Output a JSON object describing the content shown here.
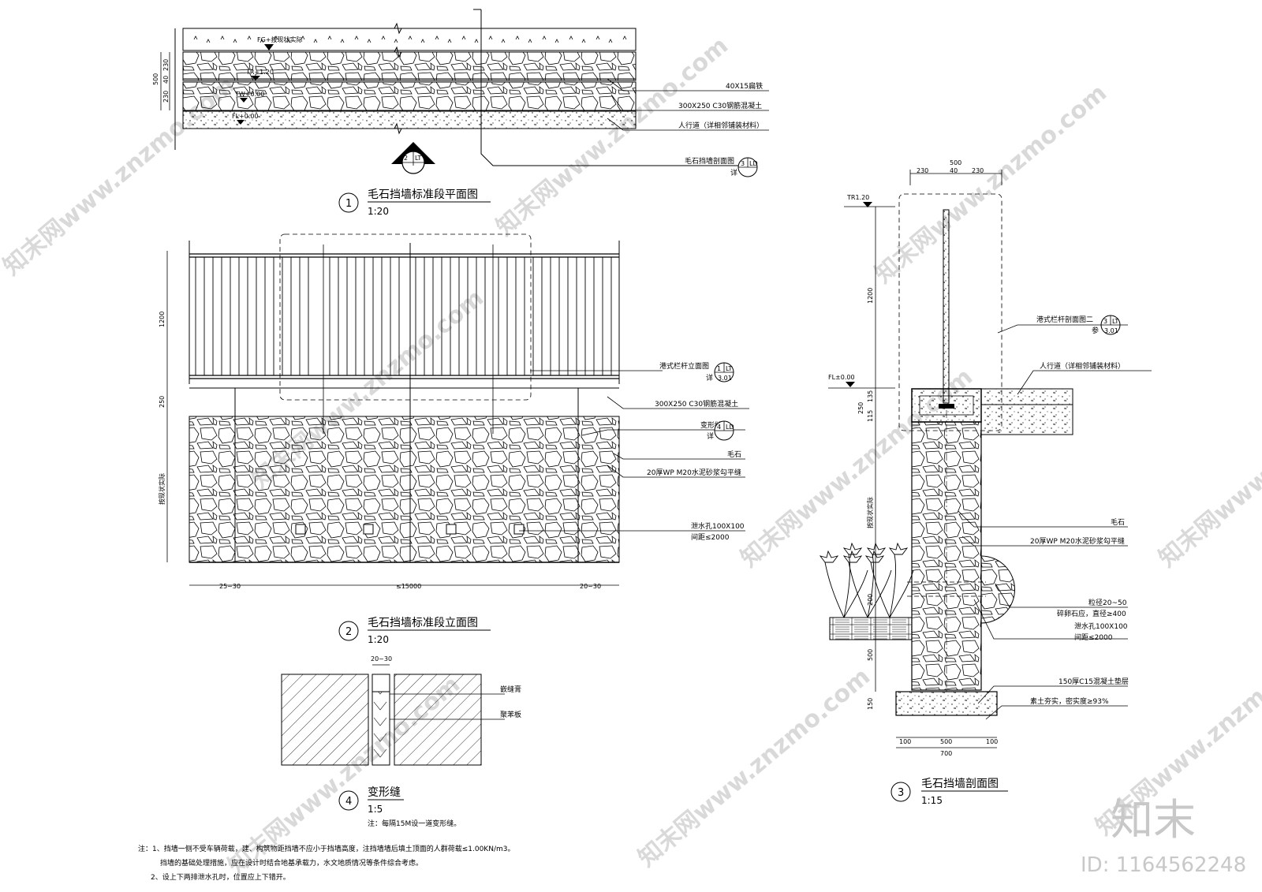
{
  "colors": {
    "line": "#000000",
    "watermark": "#d9d9d9",
    "background": "#ffffff"
  },
  "plan": {
    "title": "毛石挡墙标准段平面图",
    "scale": "1:20",
    "number": "1",
    "levels": {
      "fg": "FG+按现状实际",
      "tr": "TR+1.20",
      "tw": "TW+0.00",
      "fl": "FL+0.00"
    },
    "dims": {
      "total": "500",
      "d1": "230",
      "d2": "40",
      "d3": "230"
    },
    "callouts": {
      "flat_iron": "40X15扁铁",
      "coping": "300X250 C30钢筋混凝土",
      "sidewalk": "人行道（详相邻铺装材料）",
      "section_ref": "毛石挡墙剖面图",
      "detail": "详",
      "ref_num": "3",
      "ref_sheet": "LD"
    },
    "section_mark": {
      "num": "2",
      "sheet": "LT"
    }
  },
  "elevation": {
    "title": "毛石挡墙标准段立面图",
    "scale": "1:20",
    "number": "2",
    "dims": {
      "h_rail": "1200",
      "h_coping": "250",
      "h_wall": "按现状实际",
      "left": "25~30",
      "span": "≤15000",
      "right": "20~30"
    },
    "callouts": {
      "rail_elev": "港式栏杆立面图",
      "rail_detail": "详",
      "rail_num": "1",
      "rail_sheet": "LT",
      "rail_page": "3.01",
      "coping": "300X250 C30钢筋混凝土",
      "joint": "变形缝",
      "joint_detail": "详",
      "joint_num": "4",
      "joint_sheet": "LD",
      "stone": "毛石",
      "mortar": "20厚WP M20水泥砂浆勾平缝",
      "weep": "泄水孔100X100",
      "weep_spacing": "间距≤2000"
    }
  },
  "joint": {
    "title": "变形缝",
    "scale": "1:5",
    "number": "4",
    "gap": "20~30",
    "sealant": "嵌缝膏",
    "board": "聚苯板",
    "note": "注：每隔15M设一道变形缝。"
  },
  "section": {
    "title": "毛石挡墙剖面图",
    "scale": "1:15",
    "number": "3",
    "dims": {
      "top_total": "500",
      "t1": "230",
      "t2": "40",
      "t3": "230",
      "h_rail": "1200",
      "h_coping": "250",
      "c1": "135",
      "c2": "115",
      "h_wall": "按现状实际",
      "h_200": "200",
      "h_500": "500",
      "h_150": "150",
      "b1": "100",
      "b2": "500",
      "b3": "100",
      "b_total": "700"
    },
    "levels": {
      "tr": "TR1.20",
      "fl": "FL±0.00"
    },
    "callouts": {
      "rail_sec": "港式栏杆剖面图二",
      "ref": "参",
      "rail_num": "3",
      "rail_sheet": "LT",
      "rail_page": "3.01",
      "sidewalk": "人行道（详相邻铺装材料）",
      "stone": "毛石",
      "mortar": "20厚WP M20水泥砂浆勾平缝",
      "grain": "粒径20~50",
      "gravel": "碎卵石应，直径≥400",
      "weep": "泄水孔100X100",
      "weep_spacing": "间距≤2000",
      "bedding": "150厚C15混凝土垫层",
      "soil": "素土夯实，密实度≥93%"
    }
  },
  "notes": {
    "n1": "注：1、挡墙一侧不受车辆荷载，建、构筑物距挡墙不应小于挡墙高度，注挡墙墙后填土顶面的人群荷载≤1.00KN/m3。",
    "n1b": "挡墙的基础处理措施，应在设计时结合地基承载力，水文地质情况等条件综合考虑。",
    "n2": "2、设上下两排泄水孔时，位置应上下错开。"
  },
  "branding": {
    "logo": "知末",
    "id": "ID: 1164562248",
    "watermark": "知末网www.znzmo.com"
  }
}
